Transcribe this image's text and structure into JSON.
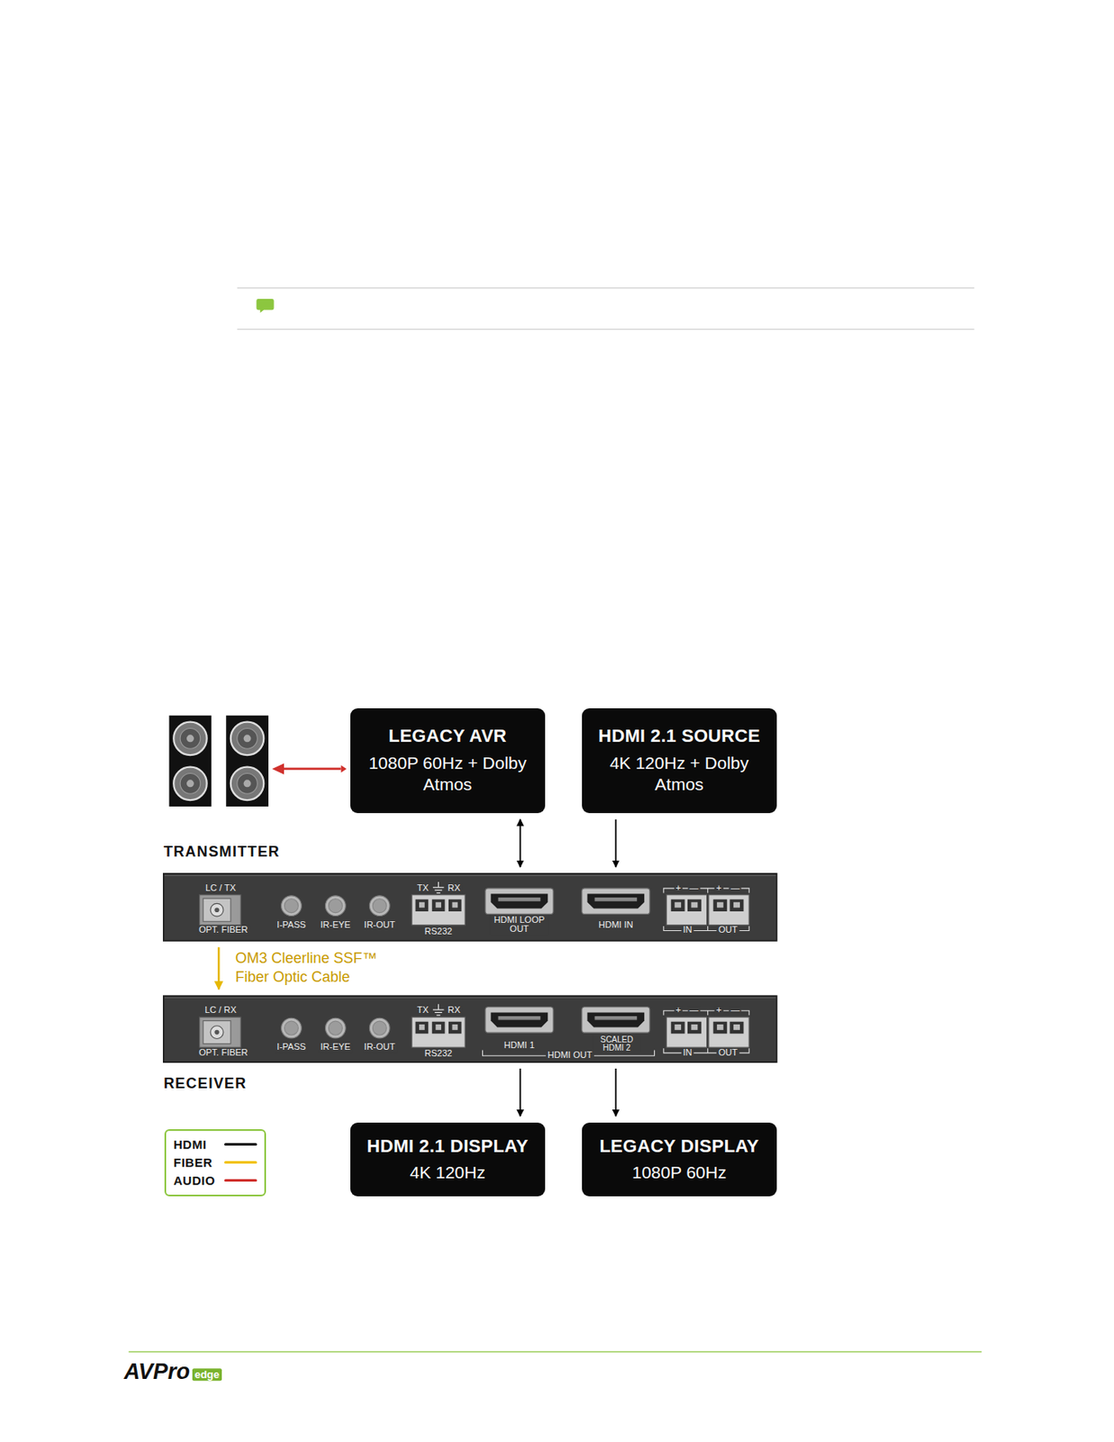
{
  "diagram": {
    "nodes": [
      {
        "text": [
          "LEGACY AVR",
          "1080P 60Hz + Dolby Atmos"
        ]
      },
      {
        "text": [
          "HDMI 2.1 SOURCE",
          "4K 120Hz + Dolby Atmos"
        ]
      },
      {
        "text": [
          "TRANSMITTER"
        ]
      },
      {
        "text": [
          "RECEIVER"
        ]
      },
      {
        "text": [
          "HDMI 2.1 DISPLAY",
          "4K 120Hz"
        ]
      },
      {
        "text": [
          "LEGACY DISPLAY",
          "1080P 60Hz"
        ]
      }
    ],
    "edges": [
      {
        "from": 0,
        "to": 2,
        "arrow": "both"
      },
      {
        "from": 1,
        "to": 2,
        "arrow": "to"
      },
      {
        "from": 2,
        "to": 3,
        "arrow": "to",
        "label": "OM3 Cleerline SSF™ Fiber Optic Cable"
      },
      {
        "from": 3,
        "to": 4,
        "arrow": "to"
      },
      {
        "from": 3,
        "to": 5,
        "arrow": "to"
      }
    ],
    "labels": [
      "LC / TX",
      "OPT. FIBER",
      "I-PASS",
      "IR-EYE",
      "IR-OUT",
      "TX",
      "RX",
      "RS232",
      "HDMI LOOP OUT",
      "HDMI IN",
      "+",
      "—",
      "+",
      "—",
      "IN",
      "OUT",
      "LC / RX",
      "OPT. FIBER",
      "I-PASS",
      "IR-EYE",
      "IR-OUT",
      "TX",
      "RX",
      "RS232",
      "HDMI 1",
      "HDMI OUT",
      "SCALED HDMI 2",
      "+",
      "—",
      "+",
      "—",
      "IN",
      "OUT",
      "AVPro",
      "edge"
    ],
    "legend": [
      {
        "text": "HDMI",
        "color": "#000000"
      },
      {
        "text": "FIBER",
        "color": "#f2c200"
      },
      {
        "text": "AUDIO",
        "color": "#d0312d"
      }
    ]
  }
}
